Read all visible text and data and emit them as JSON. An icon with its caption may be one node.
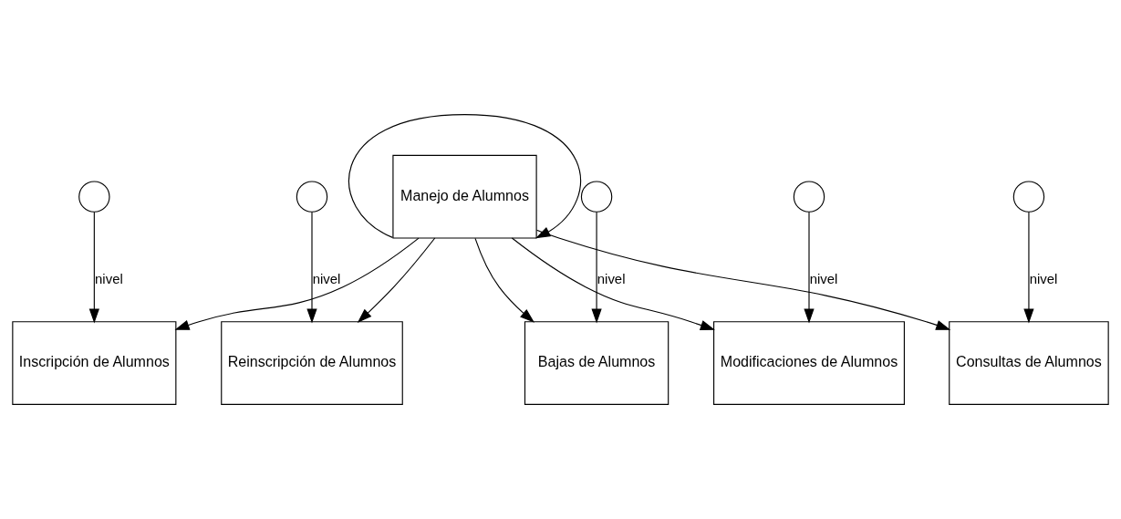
{
  "diagram": {
    "nodes": [
      {
        "text": [
          "Manejo de Alumnos"
        ]
      },
      {
        "text": [
          "Inscripción de Alumnos"
        ]
      },
      {
        "text": [
          "Reinscripción de Alumnos"
        ]
      },
      {
        "text": [
          "Bajas de Alumnos"
        ]
      },
      {
        "text": [
          "Modificaciones de Alumnos"
        ]
      },
      {
        "text": [
          "Consultas de Alumnos"
        ]
      },
      {
        "text": [],
        "shape": "circle"
      },
      {
        "text": [],
        "shape": "circle"
      },
      {
        "text": [],
        "shape": "circle"
      },
      {
        "text": [],
        "shape": "circle"
      },
      {
        "text": [],
        "shape": "circle"
      }
    ],
    "edges": [
      {
        "from": 0,
        "to": 0,
        "arrow": "to"
      },
      {
        "from": 0,
        "to": 1,
        "arrow": "to"
      },
      {
        "from": 0,
        "to": 2,
        "arrow": "to"
      },
      {
        "from": 0,
        "to": 3,
        "arrow": "to"
      },
      {
        "from": 0,
        "to": 4,
        "arrow": "to"
      },
      {
        "from": 0,
        "to": 5,
        "arrow": "to"
      },
      {
        "from": 6,
        "to": 1,
        "arrow": "to",
        "label": "nivel"
      },
      {
        "from": 7,
        "to": 2,
        "arrow": "to",
        "label": "nivel"
      },
      {
        "from": 8,
        "to": 3,
        "arrow": "to",
        "label": "nivel"
      },
      {
        "from": 9,
        "to": 4,
        "arrow": "to",
        "label": "nivel"
      },
      {
        "from": 10,
        "to": 5,
        "arrow": "to",
        "label": "nivel"
      }
    ]
  }
}
